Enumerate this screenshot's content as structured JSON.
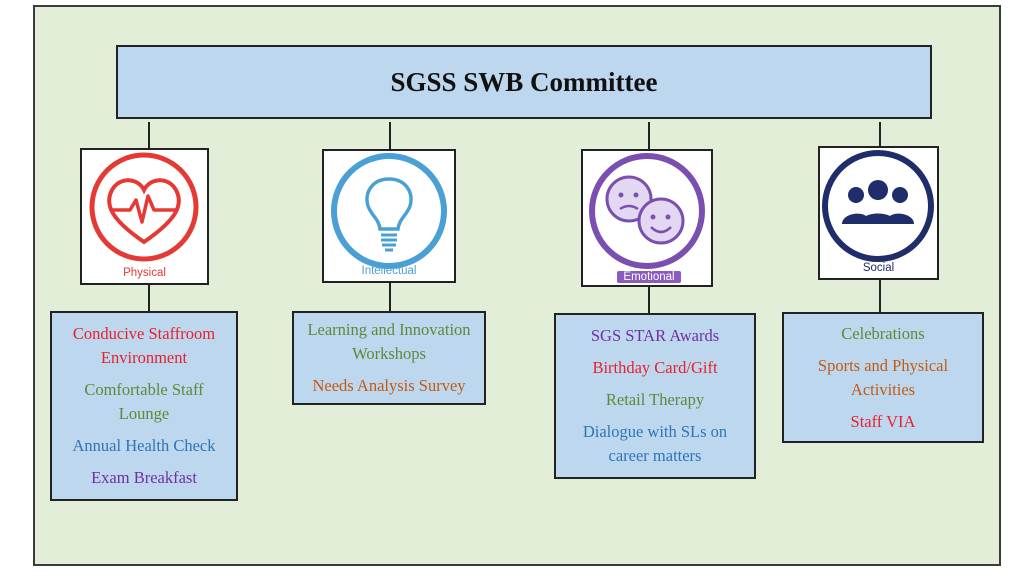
{
  "title": "SGSS SWB Committee",
  "colors": {
    "frame_bg": "#e3eed8",
    "box_bg": "#bdd7ee",
    "red": "#e8212e",
    "green": "#5c8a3a",
    "blue": "#2e75b6",
    "purple": "#7030a0",
    "orange": "#c55a11",
    "physical_ring": "#e53935",
    "intellectual_ring": "#4a9fd5",
    "emotional_ring": "#7b4fb0",
    "social_ring": "#1f2d6b"
  },
  "pillars": [
    {
      "label": "Physical",
      "icon": "heart-pulse-icon",
      "items": [
        {
          "text": "Conducive Staffroom Environment",
          "color": "red"
        },
        {
          "text": "Comfortable Staff Lounge",
          "color": "green"
        },
        {
          "text": "Annual Health Check",
          "color": "blue"
        },
        {
          "text": "Exam Breakfast",
          "color": "purple"
        }
      ]
    },
    {
      "label": "Intellectual",
      "icon": "lightbulb-icon",
      "items": [
        {
          "text": "Learning and Innovation Workshops",
          "color": "green"
        },
        {
          "text": "Needs Analysis Survey",
          "color": "orange"
        }
      ]
    },
    {
      "label": "Emotional",
      "icon": "faces-icon",
      "items": [
        {
          "text": "SGS STAR Awards",
          "color": "purple"
        },
        {
          "text": "Birthday Card/Gift",
          "color": "red"
        },
        {
          "text": "Retail Therapy",
          "color": "green"
        },
        {
          "text": "Dialogue with SLs on career matters",
          "color": "blue"
        }
      ]
    },
    {
      "label": "Social",
      "icon": "people-group-icon",
      "items": [
        {
          "text": "Celebrations",
          "color": "green"
        },
        {
          "text": "Sports and Physical Activities",
          "color": "orange"
        },
        {
          "text": "Staff VIA",
          "color": "red"
        }
      ]
    }
  ]
}
